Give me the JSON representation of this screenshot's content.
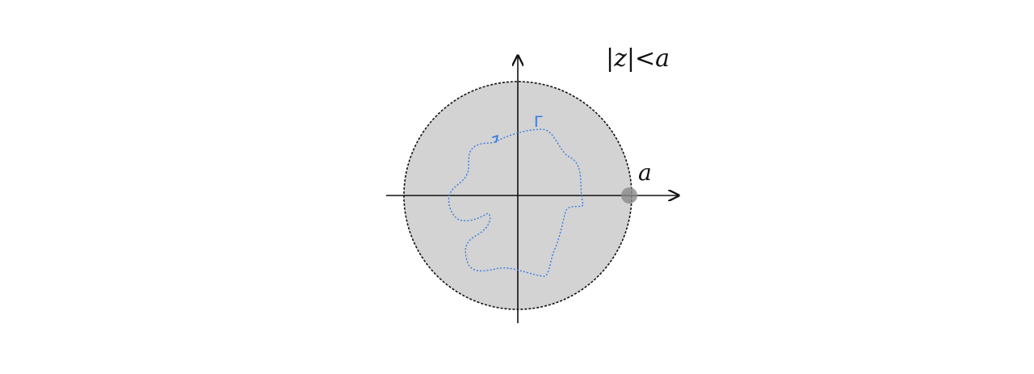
{
  "diagram": {
    "region_label": "|z|<a",
    "radius_label": "a",
    "contour_label": "Γ",
    "colors": {
      "disk_fill": "#d3d3d3",
      "disk_outline": "#111111",
      "axes": "#111111",
      "contour": "#3b7be0",
      "radius_point": "#8a8a8a",
      "text": "#111111"
    }
  }
}
